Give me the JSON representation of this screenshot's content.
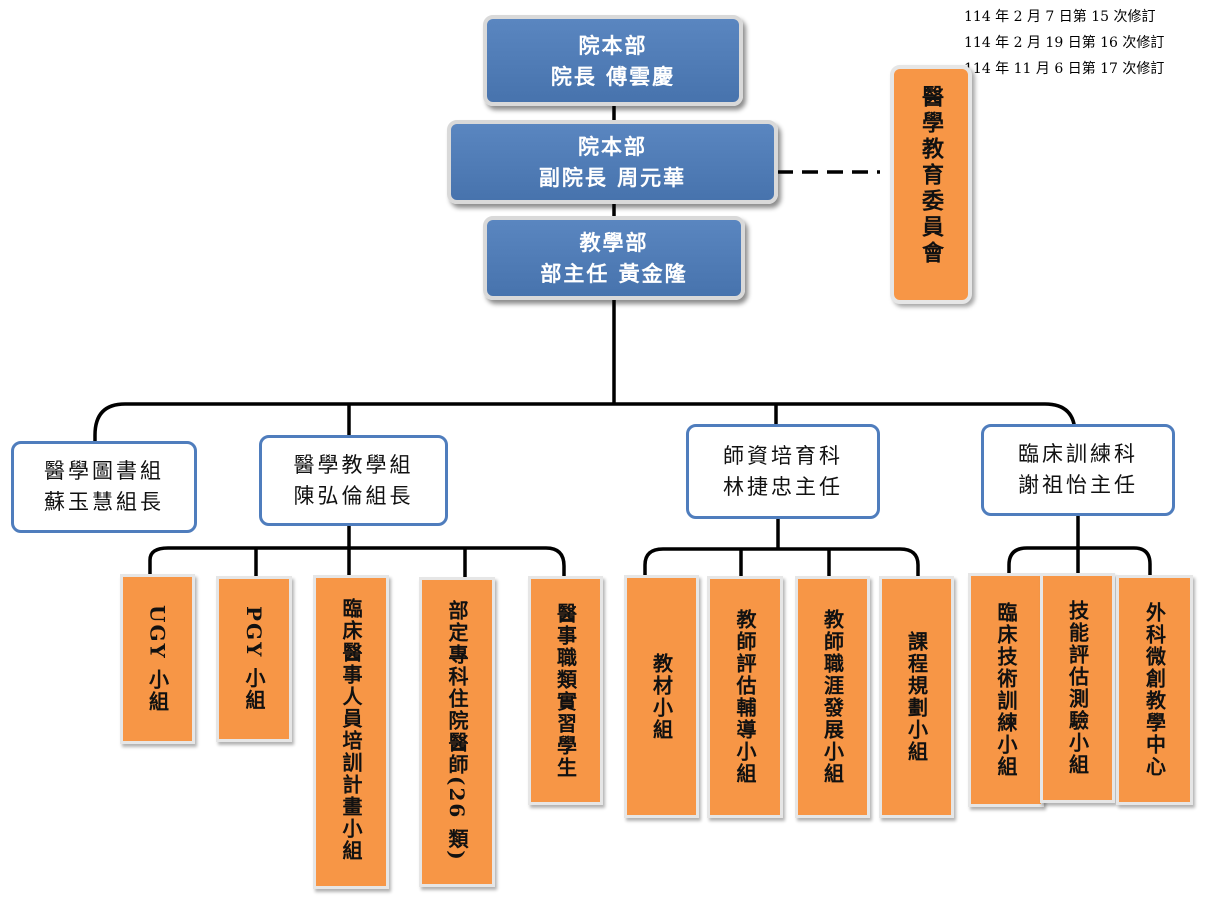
{
  "revisions": [
    "114 年 2 月 7 日第 15 次修訂",
    "114 年 2 月 19 日第 16 次修訂",
    "114 年 11 月 6 日第 17 次修訂"
  ],
  "top_nodes": {
    "president": {
      "dept": "院本部",
      "person": "院長  傅雲慶"
    },
    "vice_president": {
      "dept": "院本部",
      "person": "副院長  周元華"
    },
    "teaching_dept": {
      "dept": "教學部",
      "person": "部主任  黃金隆"
    }
  },
  "committee": "醫學教育委員會",
  "divisions": {
    "library": {
      "name": "醫學圖書組",
      "head": "蘇玉慧組長"
    },
    "medical_teaching": {
      "name": "醫學教學組",
      "head": "陳弘倫組長"
    },
    "faculty_development": {
      "name": "師資培育科",
      "head": "林捷忠主任"
    },
    "clinical_training": {
      "name": "臨床訓練科",
      "head": "謝祖怡主任"
    }
  },
  "subgroups": {
    "medical_teaching": [
      "UGY 小組",
      "PGY 小組",
      "臨床醫事人員培訓計畫小組",
      "部定專科住院醫師(26 類)",
      "醫事職類實習學生"
    ],
    "faculty_development": [
      "教材小組",
      "教師評估輔導小組",
      "教師職涯發展小組",
      "課程規劃小組"
    ],
    "clinical_training": [
      "臨床技術訓練小組",
      "技能評估測驗小組",
      "外科微創教學中心"
    ]
  },
  "colors": {
    "blue_box": "#4f7dbd",
    "orange_box": "#f79646",
    "connector": "#000000"
  }
}
